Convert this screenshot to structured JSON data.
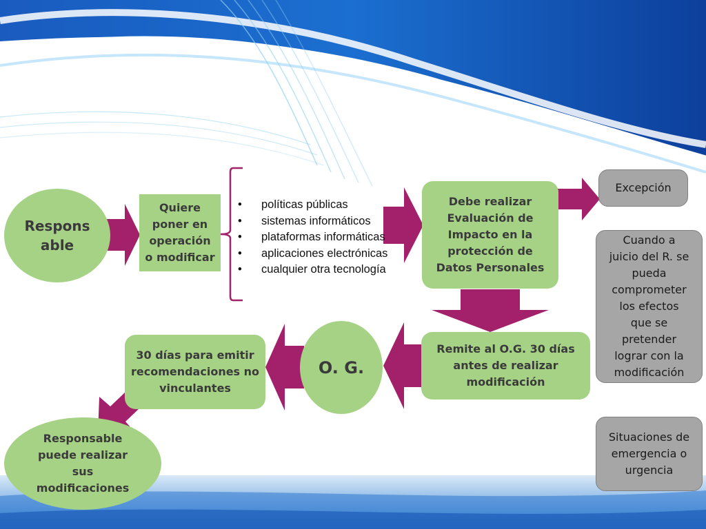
{
  "nodes": {
    "responsable": "Respons\nable",
    "quiere": "Quiere\nponer en\noperación\no modificar",
    "debe": "Debe realizar\nEvaluación de\nImpacto en la\nprotección de\nDatos Personales",
    "remite": "Remite al O.G. 30 días\nantes de realizar\nmodificación",
    "og": "O. G.",
    "treinta": "30 días para emitir\nrecomendaciones no\nvinculantes",
    "puede": "Responsable\npuede realizar\nsus\nmodificaciones"
  },
  "bullets": [
    "políticas públicas",
    "sistemas informáticos",
    "plataformas informáticas",
    "aplicaciones electrónicas",
    "cualquier otra tecnología"
  ],
  "bullet_symbol": "•",
  "exceptions": {
    "title": "Excepción",
    "cuando": "Cuando a\njuicio del R. se\npueda\ncomprometer\nlos efectos\nque se\npretender\nlograr con la\nmodificación",
    "situaciones": "Situaciones de\nemergencia o\nurgencia"
  },
  "colors": {
    "node_green": "#a6d286",
    "arrow_magenta": "#a3206a",
    "gray_box": "#a6a6a6",
    "bracket": "#a3206a"
  }
}
